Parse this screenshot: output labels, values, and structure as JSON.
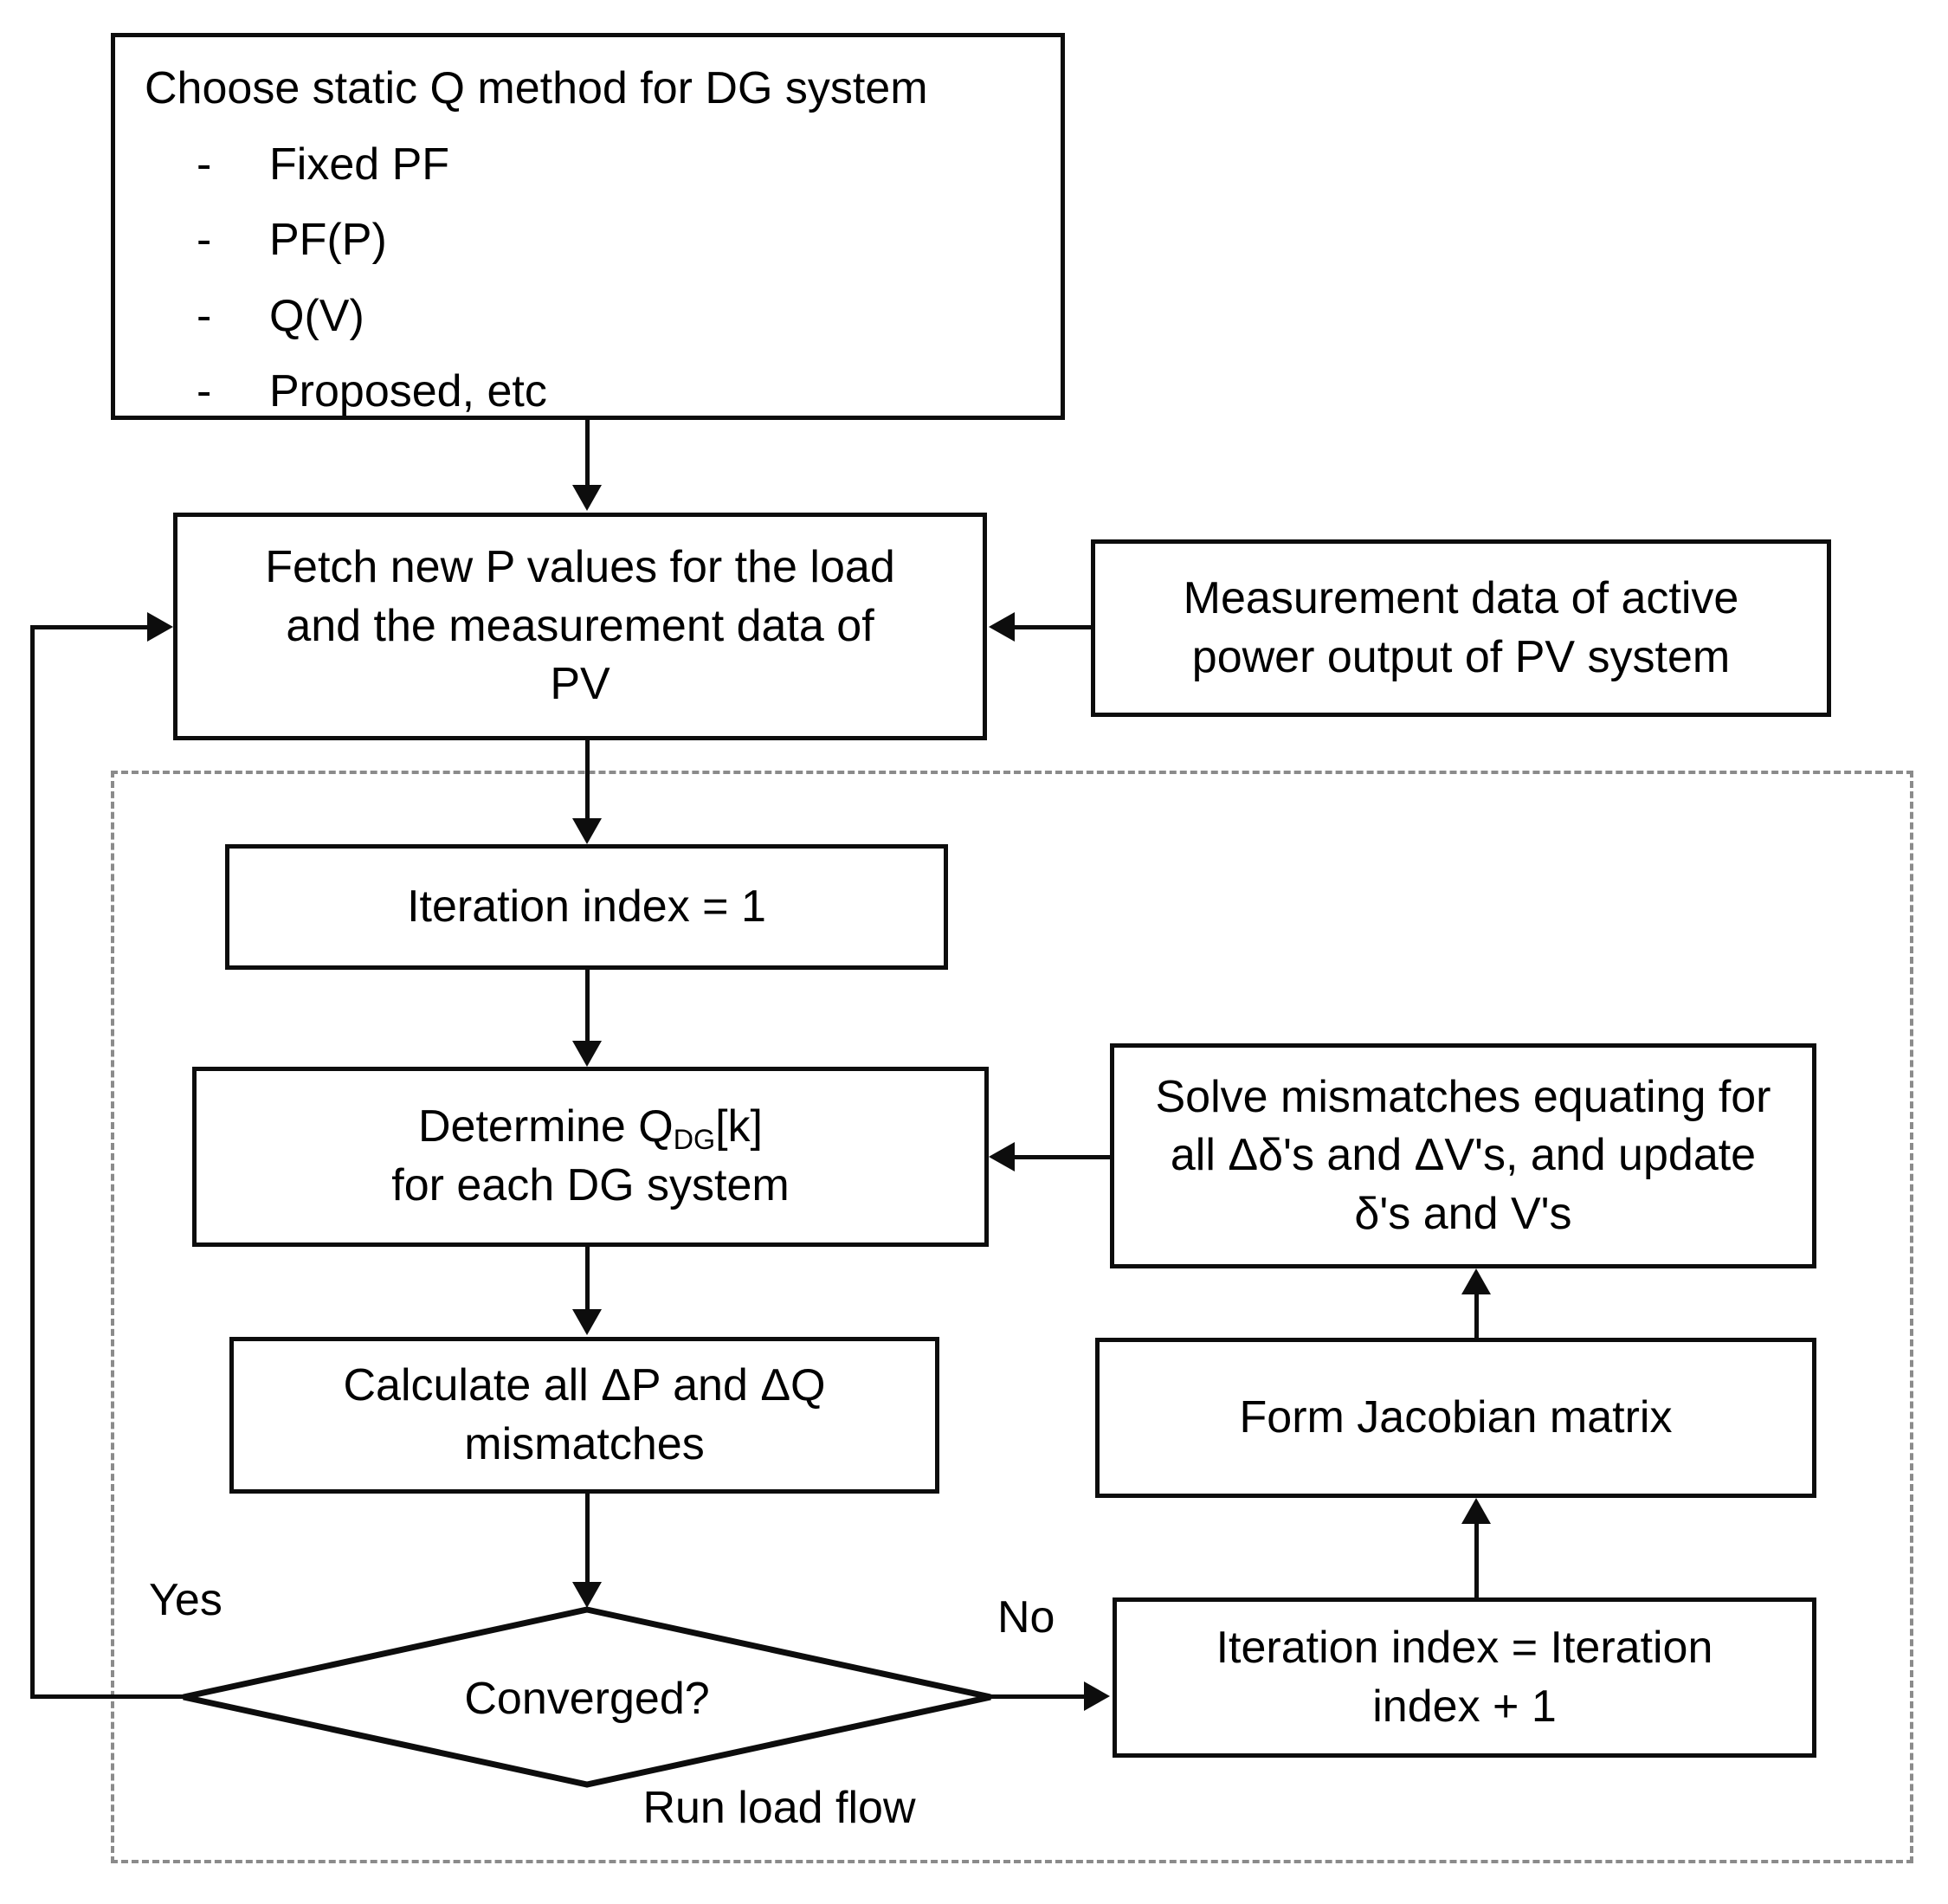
{
  "diagram": {
    "title": "Static Q method load-flow flowchart",
    "colors": {
      "stroke": "#0d0d0d",
      "dashed_stroke": "#8b8b8b",
      "background": "#ffffff"
    },
    "nodes": {
      "choose_method": {
        "title": "Choose static Q method for DG system",
        "bullet_marker": "-",
        "options": [
          "Fixed PF",
          "PF(P)",
          "Q(V)",
          "Proposed, etc"
        ]
      },
      "fetch_p": {
        "line1": "Fetch new P values for the load",
        "line2": "and the measurement data of",
        "line3": "PV"
      },
      "measurement": {
        "line1": "Measurement data of active",
        "line2": "power output of PV system"
      },
      "iteration_init": {
        "line1": "Iteration index = 1"
      },
      "determine_q": {
        "line1_pre": "Determine Q",
        "line1_sub": "DG",
        "line1_post": "[k]",
        "line2": "for each DG system"
      },
      "solve_mismatches": {
        "line1": "Solve mismatches equating for",
        "line2": "all Δδ's and ΔV's, and update",
        "line3": "δ's and V's"
      },
      "calculate_mismatches": {
        "line1": "Calculate all ΔP and ΔQ",
        "line2": "mismatches"
      },
      "form_jacobian": {
        "line1": "Form Jacobian matrix"
      },
      "converged": {
        "label": "Converged?"
      },
      "iteration_increment": {
        "line1": "Iteration index = Iteration",
        "line2": "index + 1"
      }
    },
    "edge_labels": {
      "yes": "Yes",
      "no": "No"
    },
    "region_label": {
      "run_load_flow": "Run load flow"
    }
  }
}
